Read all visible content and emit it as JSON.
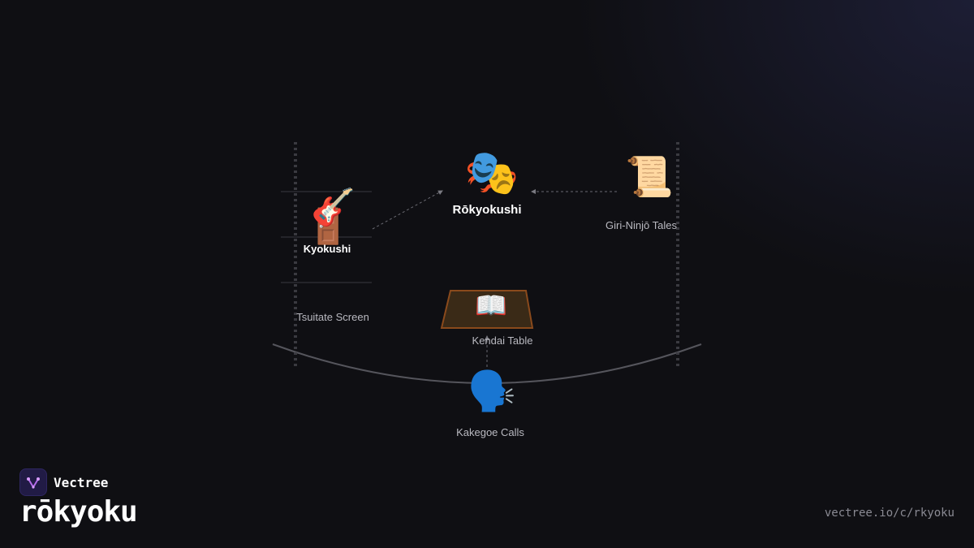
{
  "nodes": {
    "center": {
      "label": "Rōkyokushi",
      "icon": "performing-arts-masks-icon",
      "glyph": "🎭"
    },
    "kyokushi": {
      "label": "Kyokushi",
      "icon": "guitar-icon",
      "glyph": "🎸"
    },
    "tsuitate": {
      "label": "Tsuitate Screen",
      "icon": "door-icon",
      "glyph": "🚪"
    },
    "tales": {
      "label": "Giri-Ninjō Tales",
      "icon": "scroll-icon",
      "glyph": "📜"
    },
    "kendai": {
      "label": "Kendai Table",
      "icon": "open-book-icon",
      "glyph": "📖"
    },
    "kakegoe": {
      "label": "Kakegoe Calls",
      "icon": "speaking-head-icon",
      "glyph": "🗣️"
    }
  },
  "brand": {
    "name": "Vectree",
    "logo_icon": "vectree-logo-icon"
  },
  "title": "rōkyoku",
  "url": "vectree.io/c/rkyoku",
  "colors": {
    "background": "#0f0f13",
    "table_fill": "#3a2a17",
    "table_stroke": "#8a4a1c",
    "logo_bg": "#211b45",
    "logo_mark": "#b26be8"
  }
}
